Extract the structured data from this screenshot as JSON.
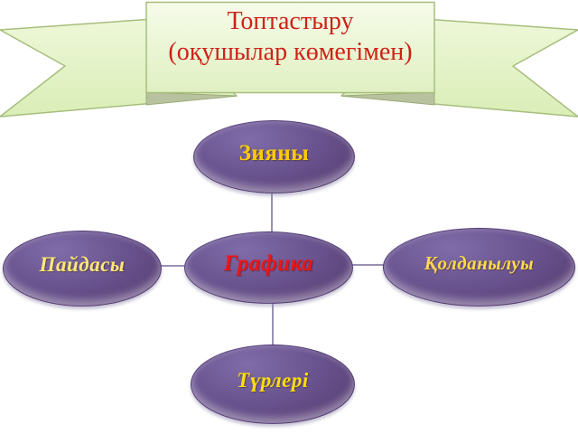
{
  "banner": {
    "title_line1": "Топтастыру",
    "title_line2": "(оқушылар көмегімен)",
    "text_color": "#cd2218",
    "fill_light": "#f6fbe9",
    "fill_dark": "#ddefbd",
    "border_color": "#a7be7d",
    "fold_color": "#b9c29e"
  },
  "diagram": {
    "connector_color": "#9a90b4",
    "node_fill_dark": "#5d4679",
    "node_fill_light": "#7d6aa5",
    "nodes": {
      "top": {
        "label": "Зияны",
        "text_color": "#ffcc00"
      },
      "left": {
        "label": "Пайдасы",
        "text_color": "#ffe87a"
      },
      "center": {
        "label": "Графика",
        "text_color": "#ed1515"
      },
      "right": {
        "label": "Қолданылуы",
        "text_color": "#ffd94d"
      },
      "bottom": {
        "label": "Түрлері",
        "text_color": "#ffdd11"
      }
    }
  }
}
